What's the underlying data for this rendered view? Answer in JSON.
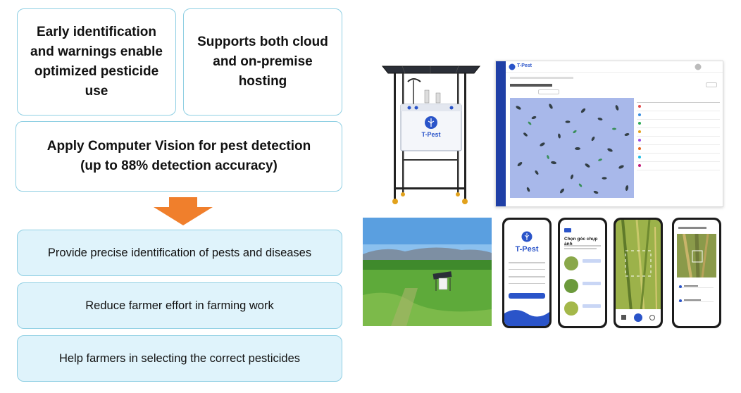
{
  "benefits": {
    "early": "Early identification and warnings enable optimized pesticide use",
    "hosting": "Supports both cloud and on-premise hosting",
    "cv": "Apply Computer Vision for pest detection (up to 88% detection accuracy)"
  },
  "outcomes": [
    "Provide precise identification of pests and diseases",
    "Reduce farmer effort in farming work",
    "Help farmers in selecting the correct pesticides"
  ],
  "brand": {
    "name": "T-Pest",
    "phone_heading": "Chọn góc chụp ảnh"
  },
  "colors": {
    "box_border": "#8fcfe3",
    "box_light_fill": "#dff3fb",
    "arrow": "#f07f2c",
    "brand_blue": "#2a54c9"
  }
}
